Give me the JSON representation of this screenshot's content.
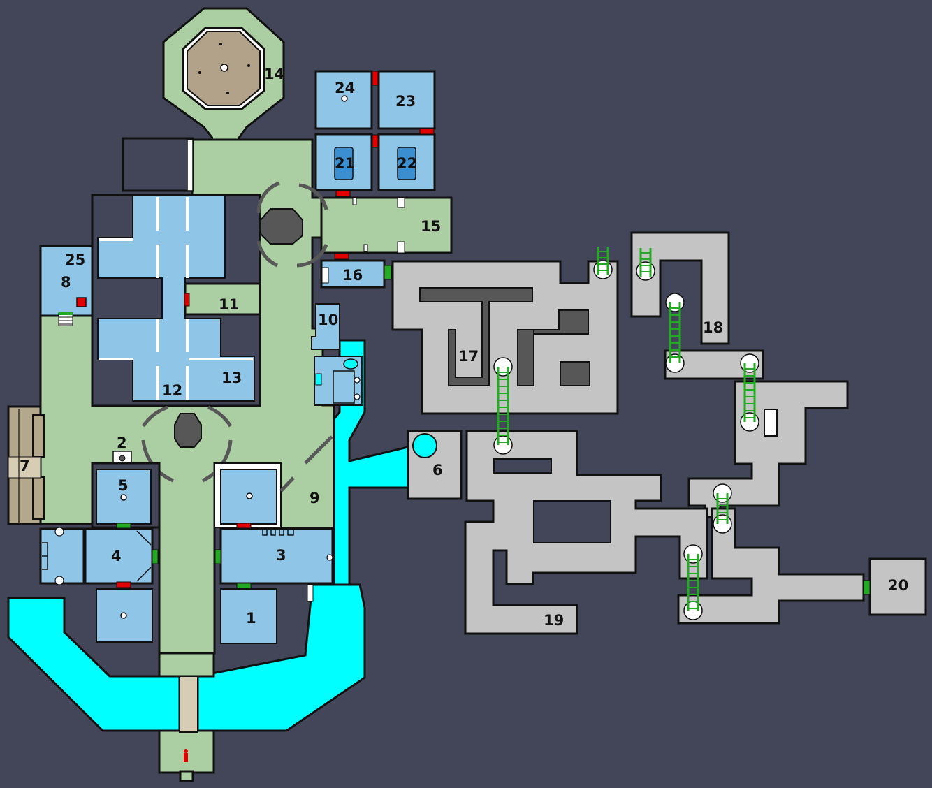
{
  "colors": {
    "background": "#434658",
    "floor": "#abcea3",
    "room": "#8fc6e8",
    "water": "#00ffff",
    "cave": "#c4c4c4",
    "dark": "#575757",
    "outline": "#111111",
    "door_locked": "#e00000",
    "door_open": "#22aa22",
    "ladder": "#22aa22",
    "sand": "#b3a88c",
    "bridge": "#d6cdb4",
    "player": "#e00000"
  },
  "rooms": [
    {
      "id": "room-1",
      "label": "1"
    },
    {
      "id": "room-2",
      "label": "2"
    },
    {
      "id": "room-3",
      "label": "3"
    },
    {
      "id": "room-4",
      "label": "4"
    },
    {
      "id": "room-5",
      "label": "5"
    },
    {
      "id": "room-6",
      "label": "6"
    },
    {
      "id": "room-7",
      "label": "7"
    },
    {
      "id": "room-8",
      "label": "8"
    },
    {
      "id": "room-9",
      "label": "9"
    },
    {
      "id": "room-10",
      "label": "10"
    },
    {
      "id": "room-11",
      "label": "11"
    },
    {
      "id": "room-12",
      "label": "12"
    },
    {
      "id": "room-13",
      "label": "13"
    },
    {
      "id": "room-14",
      "label": "14"
    },
    {
      "id": "room-15",
      "label": "15"
    },
    {
      "id": "room-16",
      "label": "16"
    },
    {
      "id": "room-17",
      "label": "17"
    },
    {
      "id": "room-18",
      "label": "18"
    },
    {
      "id": "room-19",
      "label": "19"
    },
    {
      "id": "room-20",
      "label": "20"
    },
    {
      "id": "room-21",
      "label": "21"
    },
    {
      "id": "room-22",
      "label": "22"
    },
    {
      "id": "room-23",
      "label": "23"
    },
    {
      "id": "room-24",
      "label": "24"
    },
    {
      "id": "room-25",
      "label": "25"
    }
  ],
  "markers": {
    "player": "player-marker-icon",
    "locked_door": "locked-door-icon",
    "open_door": "open-door-icon",
    "ladder": "ladder-icon",
    "stairs": "stairs-icon"
  }
}
